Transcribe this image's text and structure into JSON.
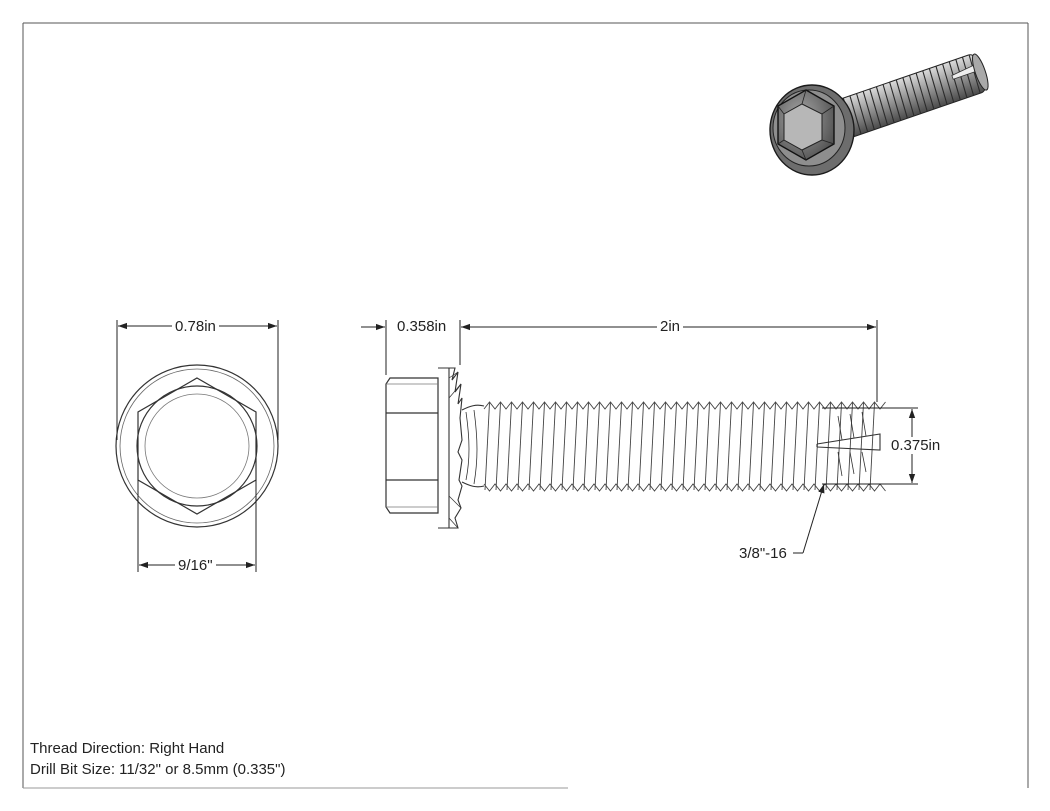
{
  "drawing": {
    "end_view": {
      "flange_diameter": "0.78in",
      "hex_across_flats": "9/16\""
    },
    "side_view": {
      "head_height": "0.358in",
      "length": "2in",
      "thread_diameter": "0.375in",
      "thread_callout": "3/8\"-16"
    },
    "notes": {
      "thread_direction": "Thread Direction: Right Hand",
      "drill_bit_size": "Drill Bit Size: 11/32\" or 8.5mm (0.335\")"
    }
  }
}
